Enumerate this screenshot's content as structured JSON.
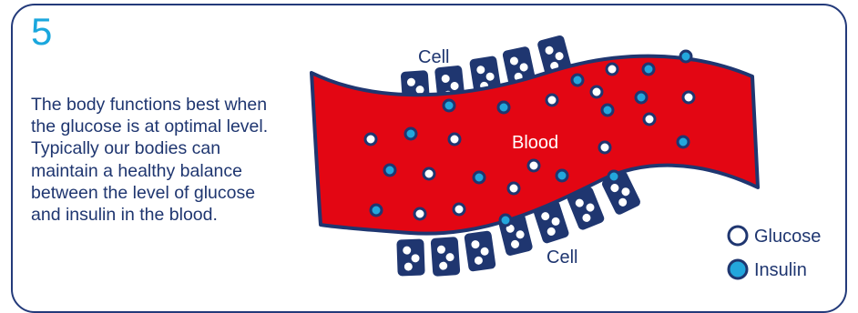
{
  "step_number": "5",
  "description": "The body functions best when the glucose is at optimal level. Typically our bodies can maintain a healthy balance between the level of glucose and insulin in the blood.",
  "diagram": {
    "cell_label_top": "Cell",
    "cell_label_bottom": "Cell",
    "blood_label": "Blood"
  },
  "legend": {
    "glucose": "Glucose",
    "insulin": "Insulin"
  },
  "colors": {
    "blood": "#e30613",
    "cell": "#1f3670",
    "insulin": "#23a6dc",
    "glucose": "#ffffff",
    "step_number": "#1aa7dd"
  }
}
